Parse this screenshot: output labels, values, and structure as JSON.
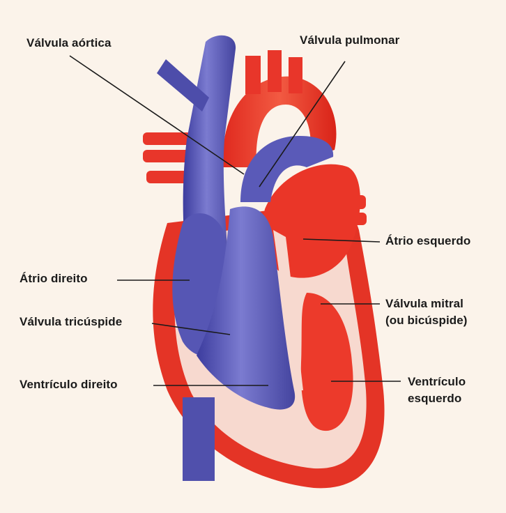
{
  "diagram": {
    "labels": {
      "aortic_valve": "Válvula aórtica",
      "pulmonary_valve": "Válvula pulmonar",
      "left_atrium": "Átrio esquerdo",
      "right_atrium": "Átrio direito",
      "mitral_valve_line1": "Válvula mitral",
      "mitral_valve_line2": "(ou bicúspide)",
      "tricuspid_valve": "Válvula tricúspide",
      "right_ventricle": "Ventrículo direito",
      "left_ventricle_line1": "Ventrículo",
      "left_ventricle_line2": "esquerdo"
    },
    "colors": {
      "background": "#fbf3ea",
      "venous_blue": "#5a5ab8",
      "arterial_red": "#ee3a2c",
      "wall_red": "#e83224",
      "septum_pink": "#f6d6cf",
      "leader_line": "#1a1a1a"
    }
  }
}
